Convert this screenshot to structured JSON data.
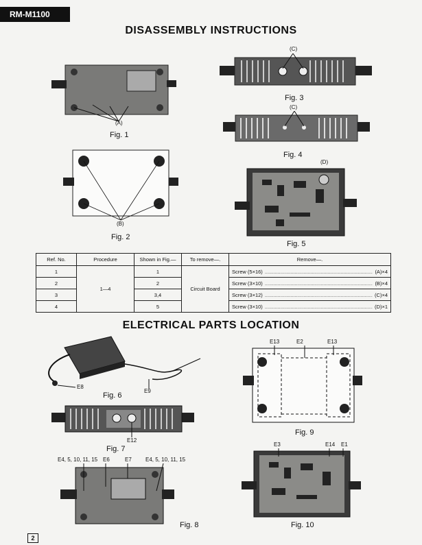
{
  "header": {
    "model": "RM-M1100"
  },
  "sections": {
    "disassembly": "DISASSEMBLY INSTRUCTIONS",
    "electrical": "ELECTRICAL PARTS LOCATION"
  },
  "figures": {
    "fig1": "Fig. 1",
    "fig2": "Fig. 2",
    "fig3": "Fig. 3",
    "fig4": "Fig. 4",
    "fig5": "Fig. 5",
    "fig6": "Fig. 6",
    "fig7": "Fig. 7",
    "fig8": "Fig. 8",
    "fig9": "Fig. 9",
    "fig10": "Fig. 10"
  },
  "callouts": {
    "a": "(A)",
    "b": "(B)",
    "c3": "(C)",
    "c4": "(C)",
    "d": "(D)",
    "e8": "E8",
    "e9": "E9",
    "e12": "E12",
    "fig8_left": "E4, 5, 10, 11, 15",
    "fig8_e6": "E6",
    "fig8_e7": "E7",
    "fig8_right": "E4, 5, 10, 11, 15",
    "fig9_e13a": "E13",
    "fig9_e2": "E2",
    "fig9_e13b": "E13",
    "fig10_e3": "E3",
    "fig10_e14": "E14",
    "fig10_e1": "E1"
  },
  "table": {
    "headers": [
      "Ref. No.",
      "Procedure",
      "Shown in Fig.—",
      "To remove—.",
      "Remove—."
    ],
    "procedure": "1—4",
    "to_remove": "Circuit Board",
    "rows": [
      {
        "ref": "1",
        "fig": "1",
        "screw": "Screw (5×16)",
        "qty": "(A)×4"
      },
      {
        "ref": "2",
        "fig": "2",
        "screw": "Screw (3×10)",
        "qty": "(B)×4"
      },
      {
        "ref": "3",
        "fig": "3,4",
        "screw": "Screw (3×12)",
        "qty": "(C)×4"
      },
      {
        "ref": "4",
        "fig": "5",
        "screw": "Screw (3×10)",
        "qty": "(D)×1"
      }
    ]
  },
  "footer": {
    "page": "2"
  }
}
